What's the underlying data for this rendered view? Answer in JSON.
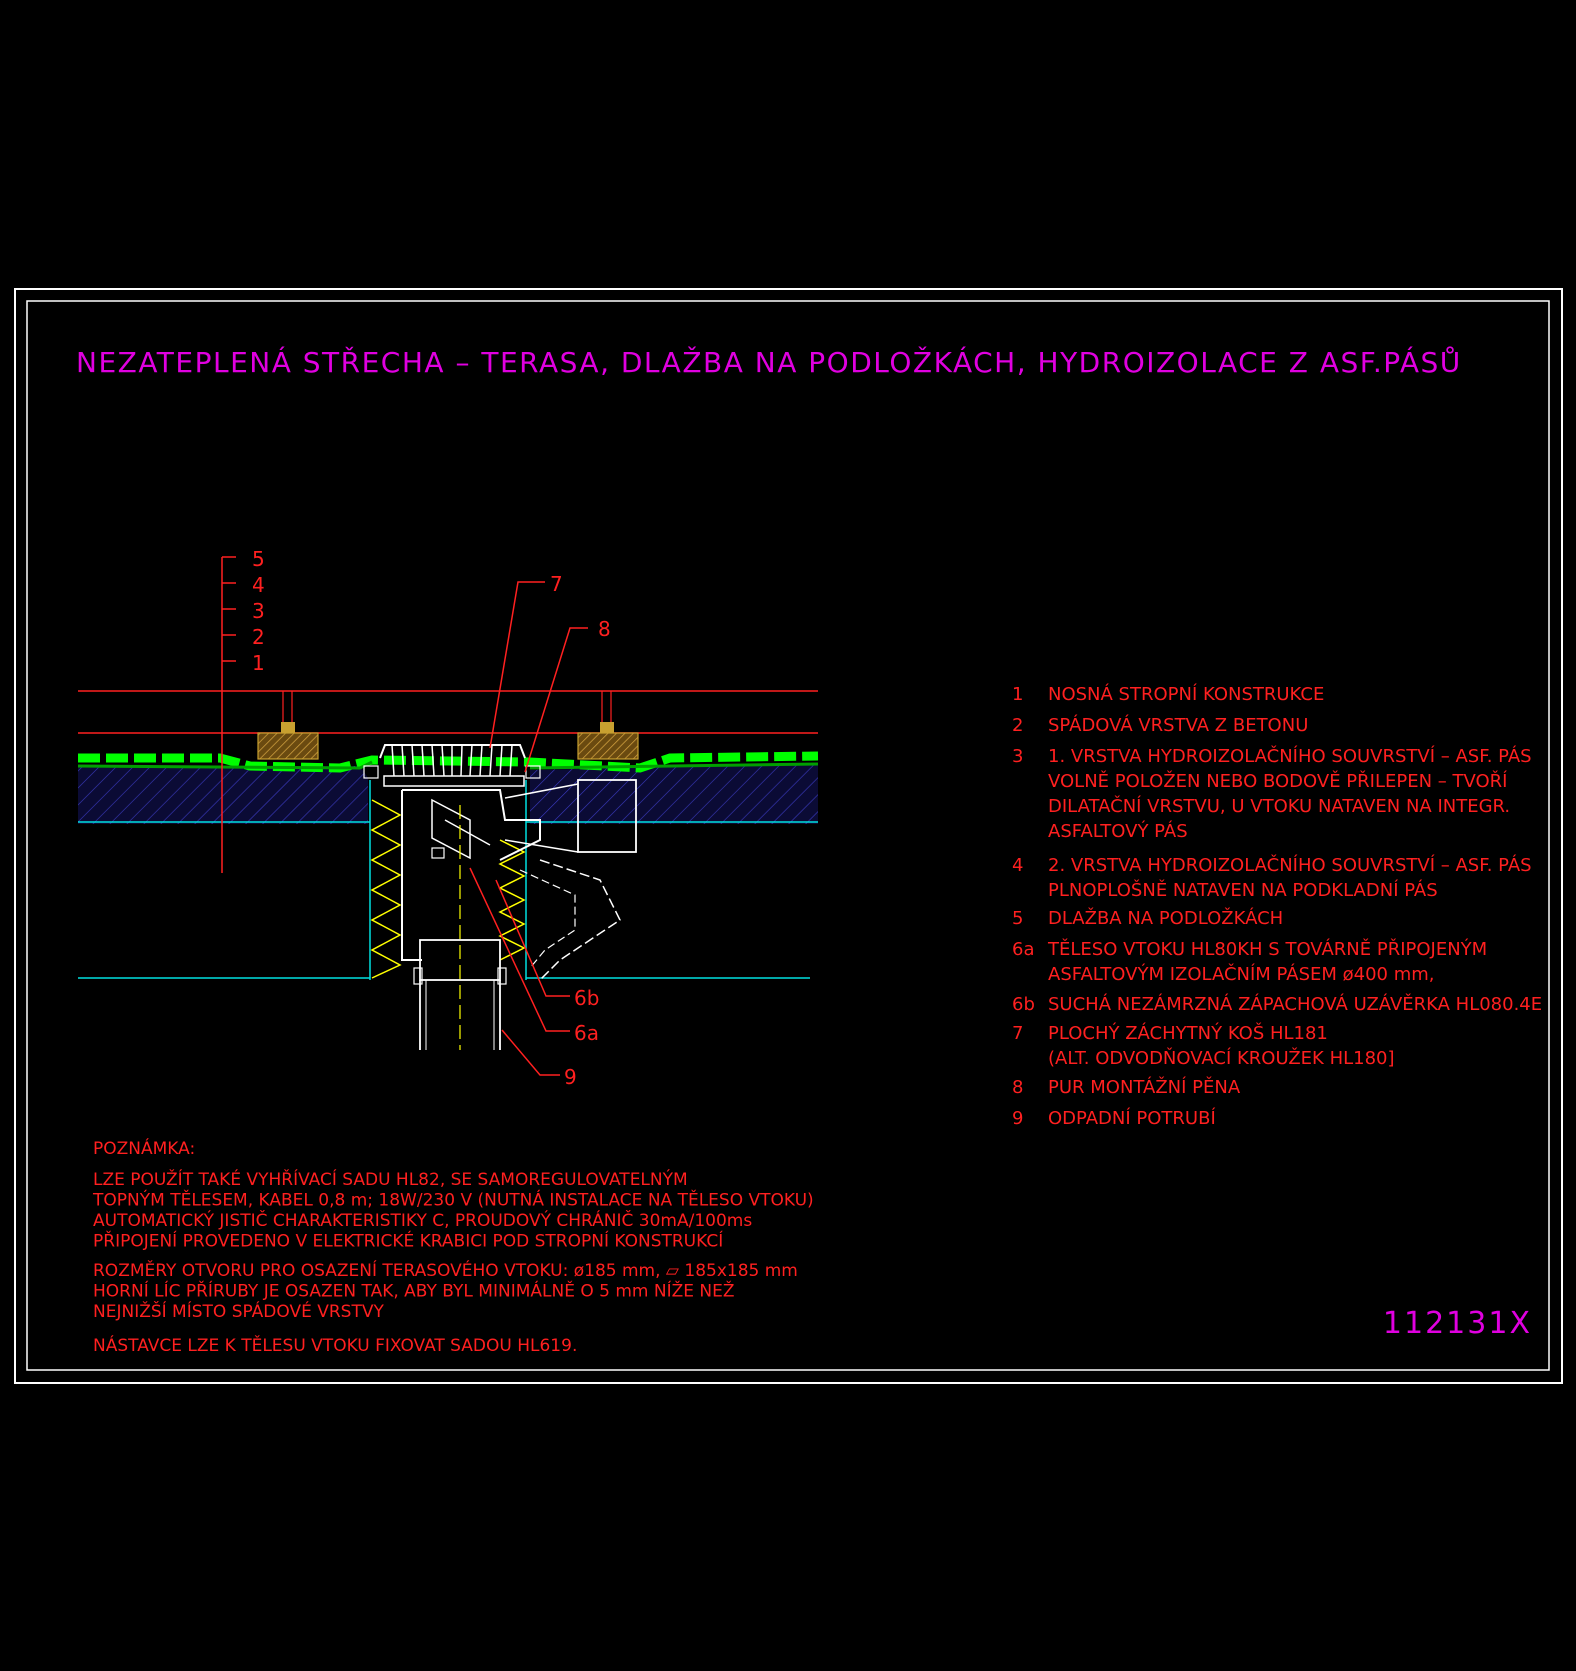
{
  "title": "NEZATEPLENÁ STŘECHA – TERASA, DLAŽBA NA PODLOŽKÁCH, HYDROIZOLACE Z ASF.PÁSŮ",
  "drawing_number": "112131X",
  "layer_marks": [
    "5",
    "4",
    "3",
    "2",
    "1"
  ],
  "callouts": {
    "c7": "7",
    "c8": "8",
    "c6b": "6b",
    "c6a": "6a",
    "c9": "9"
  },
  "legend": [
    {
      "num": "1",
      "lines": [
        "NOSNÁ STROPNÍ KONSTRUKCE"
      ]
    },
    {
      "num": "2",
      "lines": [
        "SPÁDOVÁ VRSTVA Z BETONU"
      ]
    },
    {
      "num": "3",
      "lines": [
        "1. VRSTVA HYDROIZOLAČNÍHO SOUVRSTVÍ – ASF. PÁS",
        "VOLNĚ POLOŽEN NEBO BODOVĚ PŘILEPEN – TVOŘÍ",
        "DILATAČNÍ VRSTVU, U VTOKU NATAVEN NA INTEGR.",
        "ASFALTOVÝ PÁS"
      ]
    },
    {
      "num": "4",
      "lines": [
        "2. VRSTVA HYDROIZOLAČNÍHO SOUVRSTVÍ – ASF. PÁS",
        "PLNOPLOŠNĚ NATAVEN NA PODKLADNÍ PÁS"
      ]
    },
    {
      "num": "5",
      "lines": [
        "DLAŽBA NA PODLOŽKÁCH"
      ]
    },
    {
      "num": "6a",
      "lines": [
        "TĚLESO VTOKU HL80KH S TOVÁRNĚ PŘIPOJENÝM",
        "ASFALTOVÝM IZOLAČNÍM PÁSEM ø400 mm,"
      ]
    },
    {
      "num": "6b",
      "lines": [
        "SUCHÁ NEZÁMRZNÁ ZÁPACHOVÁ UZÁVĚRKA HL080.4E"
      ]
    },
    {
      "num": "7",
      "lines": [
        "PLOCHÝ ZÁCHYTNÝ KOŠ HL181",
        "(ALT. ODVODŇOVACÍ KROUŽEK HL180]"
      ]
    },
    {
      "num": "8",
      "lines": [
        "PUR MONTÁŽNÍ PĚNA"
      ]
    },
    {
      "num": "9",
      "lines": [
        "ODPADNÍ POTRUBÍ"
      ]
    }
  ],
  "note": {
    "heading": "POZNÁMKA:",
    "paragraphs": [
      [
        "LZE POUŽÍT TAKÉ VYHŘÍVACÍ SADU HL82, SE SAMOREGULOVATELNÝM",
        "TOPNÝM TĚLESEM, KABEL 0,8 m; 18W/230 V (NUTNÁ INSTALACE NA TĚLESO VTOKU)",
        "AUTOMATICKÝ JISTIČ CHARAKTERISTIKY C, PROUDOVÝ CHRÁNIČ 30mA/100ms",
        "PŘIPOJENÍ PROVEDENO V ELEKTRICKÉ KRABICI POD STROPNÍ KONSTRUKCÍ"
      ],
      [
        "ROZMĚRY OTVORU PRO OSAZENÍ TERASOVÉHO VTOKU: ø185 mm, ▱ 185x185 mm",
        "HORNÍ LÍC PŘÍRUBY JE OSAZEN TAK, ABY BYL MINIMÁLNĚ O 5 mm NÍŽE NEŽ",
        "NEJNIŽŠÍ MÍSTO SPÁDOVÉ VRSTVY"
      ],
      [
        "NÁSTAVCE LZE K TĚLESU VTOKU FIXOVAT SADOU HL619."
      ]
    ]
  },
  "colors": {
    "background": "#000000",
    "frame": "#ffffff",
    "title": "#e000e0",
    "annotation": "#ff2020",
    "membrane": "#00ff00",
    "concrete": "#2a2aa8",
    "insulation": "#ffff00",
    "pipe": "#ffffff",
    "line_cyan": "#00e0e0",
    "pad": "#c8a030"
  }
}
